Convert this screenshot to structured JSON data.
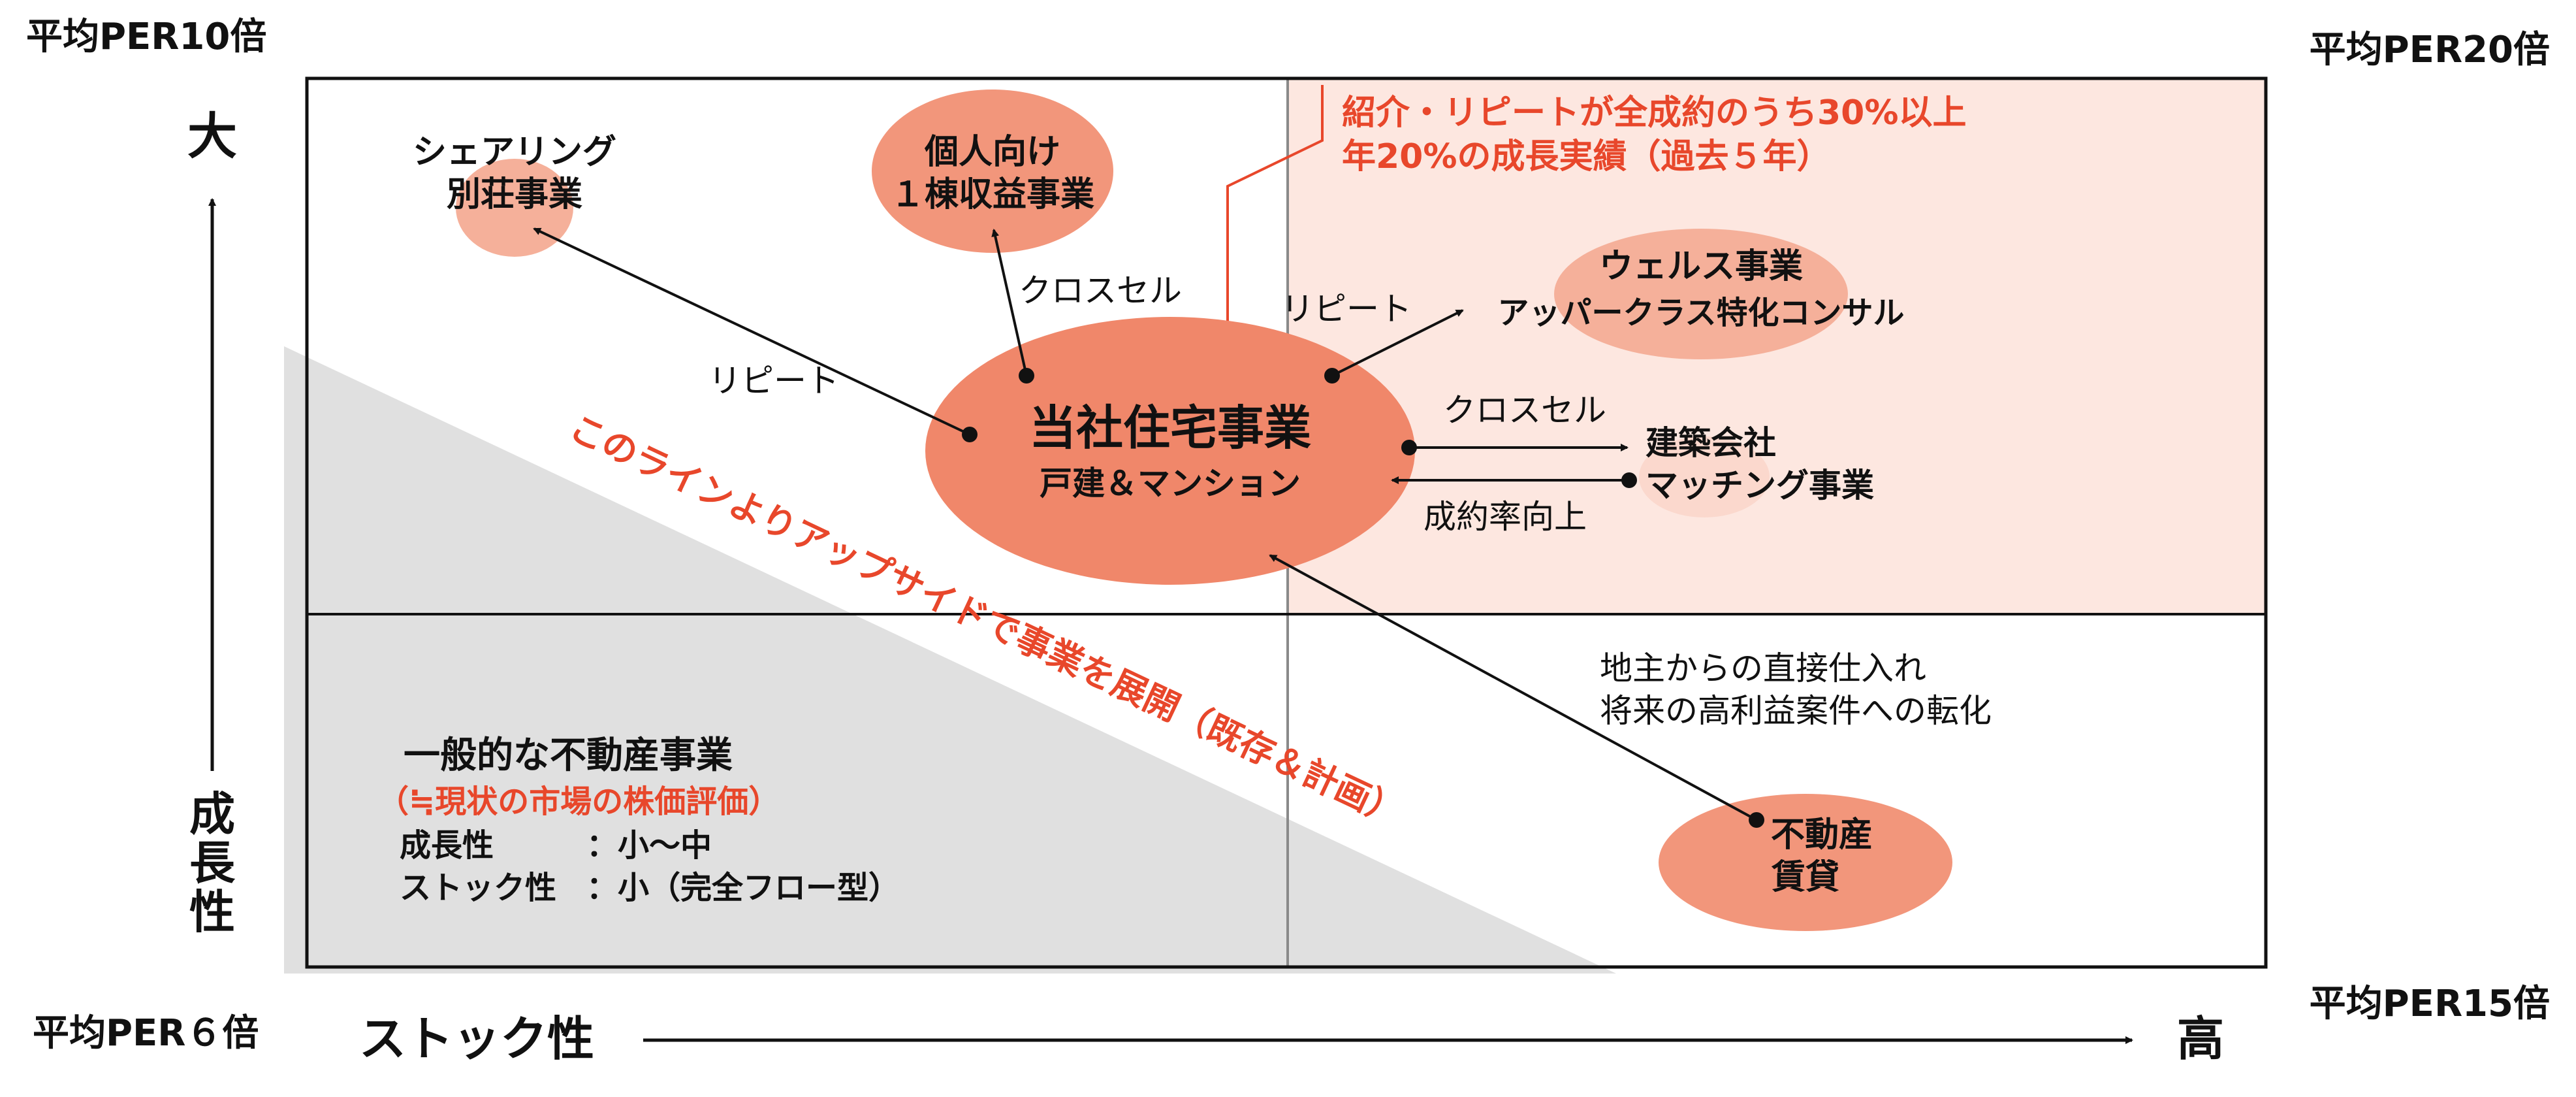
{
  "colors": {
    "accent": "#e8472b",
    "bubble": "#f2967b",
    "bubble_main": "#f0876a",
    "bubble_soft": "#f5b09a",
    "quadrant_highlight": "#fde7e0",
    "triangle": "#e0e0e0",
    "grid": "#8a8a8a",
    "frame": "#111111",
    "text": "#111111"
  },
  "corners": {
    "top_left": "平均PER10倍",
    "top_right": "平均PER20倍",
    "bottom_left": "平均PER６倍",
    "bottom_right": "平均PER15倍"
  },
  "axes": {
    "y_top": "大",
    "y_label": [
      "成",
      "長",
      "性"
    ],
    "x_label": "ストック性",
    "x_right": "高"
  },
  "callout": {
    "line1": "紹介・リピートが全成約のうち30%以上",
    "line2": "年20%の成長実績（過去５年）"
  },
  "diagonal_text": "このラインよりアップサイドで事業を展開（既存＆計画）",
  "nodes": {
    "core": {
      "title": "当社住宅事業",
      "subtitle": "戸建＆マンション"
    },
    "sharing": {
      "line1": "シェアリング",
      "line2": "別荘事業"
    },
    "individual": {
      "line1": "個人向け",
      "line2": "１棟収益事業"
    },
    "wealth": {
      "line1": "ウェルス事業",
      "line2": "アッパークラス特化コンサル"
    },
    "construction": {
      "line1": "建築会社",
      "line2": "マッチング事業"
    },
    "rental": {
      "line1": "不動産",
      "line2": "賃貸"
    }
  },
  "edges": {
    "repeat_sharing": "リピート",
    "cross_sell_individual": "クロスセル",
    "repeat_wealth": "リピート",
    "cross_sell_construction": "クロスセル",
    "closing_rate": "成約率向上",
    "landowner_line1": "地主からの直接仕入れ",
    "landowner_line2": "将来の高利益案件への転化"
  },
  "general": {
    "title": "一般的な不動産事業",
    "note": "（≒現状の市場の株価評価）",
    "growth_label": "成長性",
    "growth_value": "：小〜中",
    "stock_label": "ストック性",
    "stock_value": "：小（完全フロー型）"
  }
}
